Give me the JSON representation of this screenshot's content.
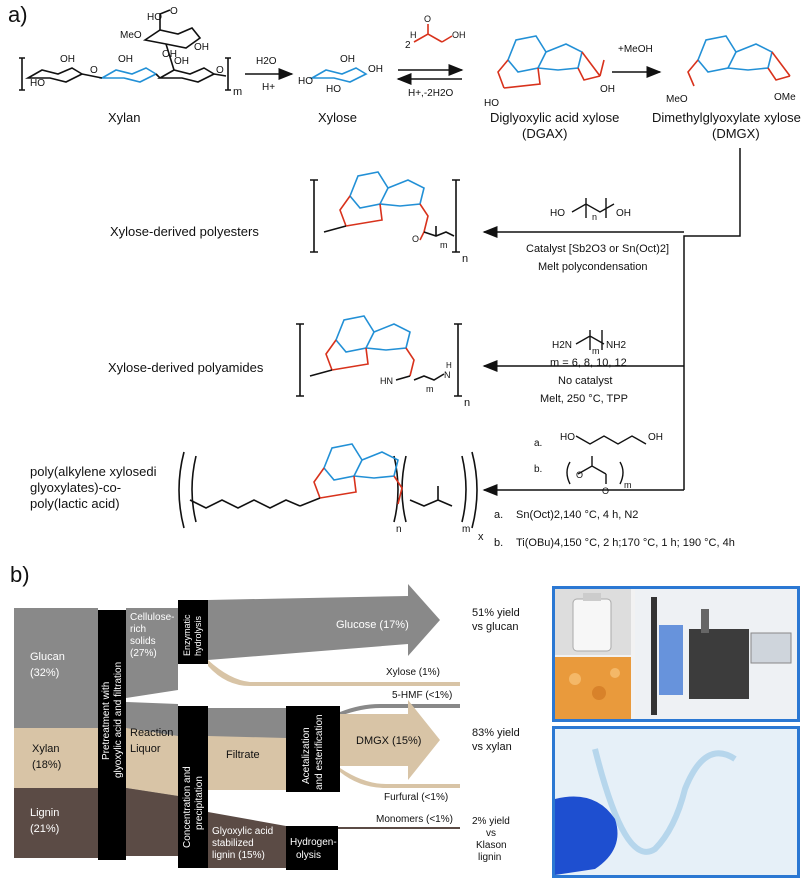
{
  "panel_a": {
    "label": "a)",
    "xylan": "Xylan",
    "xylose": "Xylose",
    "dgax": "Diglyoxylic acid xylose",
    "dgax_abbr": "(DGAX)",
    "dmgx": "Dimethylglyoxylate xylose",
    "dmgx_abbr": "(DMGX)",
    "hydrolysis_top": "H2O",
    "hydrolysis_bottom": "H+",
    "reverse_label": "H+,-2H2O",
    "reagent_coeff": "2",
    "methanol": "+MeOH",
    "subscript_m": "m",
    "subscript_n": "n",
    "subscript_x": "x",
    "polyesters": "Xylose-derived polyesters",
    "polyamides": "Xylose-derived polyamides",
    "copolymer_line1": "poly(alkylene xylosedi",
    "copolymer_line2": "glyoxylates)-co-",
    "copolymer_line3": "poly(lactic acid)",
    "catalyst_line": "Catalyst  [Sb2O3 or Sn(Oct)2]",
    "melt_poly": "Melt polycondensation",
    "m_values": "m = 6, 8, 10, 12",
    "no_catalyst": "No catalyst",
    "melt_conditions": "Melt, 250 °C, TPP",
    "cond_a_label": "a.",
    "cond_b_label": "b.",
    "cond_a": "Sn(Oct)2,140 °C, 4 h, N2",
    "cond_b": "Ti(OBu)4,150 °C, 2 h;170 °C, 1 h; 190 °C, 4h",
    "atom_oh": "OH",
    "atom_ho": "HO",
    "atom_o": "O",
    "atom_meo": "MeO",
    "atom_ome": "OMe",
    "atom_hn": "HN",
    "atom_h2n": "H2N",
    "atom_nh2": "NH2",
    "atom_h": "H",
    "atom_n": "N"
  },
  "panel_b": {
    "label": "b)",
    "glucan": "Glucan",
    "glucan_pct": "(32%)",
    "xylan": "Xylan",
    "xylan_pct": "(18%)",
    "lignin": "Lignin",
    "lignin_pct": "(21%)",
    "pretreatment_line1": "Pretreatment with",
    "pretreatment_line2": "glyoxylic acid and filtration",
    "cellulose_line1": "Cellulose-",
    "cellulose_line2": "rich",
    "cellulose_line3": "solids",
    "cellulose_pct": "(27%)",
    "enzymatic_line1": "Enzymatic",
    "enzymatic_line2": "hydrolysis",
    "glucose": "Glucose (17%)",
    "xylose": "Xylose (1%)",
    "hmf": "5-HMF (<1%)",
    "reaction_line1": "Reaction",
    "reaction_line2": "Liquor",
    "concentration_line1": "Concentration and",
    "concentration_line2": "precipitation",
    "filtrate": "Filtrate",
    "acetal_line1": "Acetalization",
    "acetal_line2": "and esterification",
    "dmgx": "DMGX (15%)",
    "furfural": "Furfural (<1%)",
    "glyoxylic_line1": "Glyoxylic acid",
    "glyoxylic_line2": "stabilized",
    "glyoxylic_line3": "lignin (15%)",
    "hydro_line1": "Hydrogen-",
    "hydro_line2": "olysis",
    "monomers": "Monomers (<1%)",
    "yield1_line1": "51% yield",
    "yield1_line2": "vs glucan",
    "yield2_line1": "83% yield",
    "yield2_line2": "vs xylan",
    "yield3_line1": "2% yield",
    "yield3_line2": "vs",
    "yield3_line3": "Klason",
    "yield3_line4": "lignin"
  },
  "colors": {
    "red": "#d8321c",
    "blue": "#2290d6",
    "glucan_flow": "#898989",
    "xylan_flow": "#d8c4a6",
    "lignin_flow": "#5b4b45",
    "process_box": "#000000",
    "photo_border": "#2b78d3"
  }
}
